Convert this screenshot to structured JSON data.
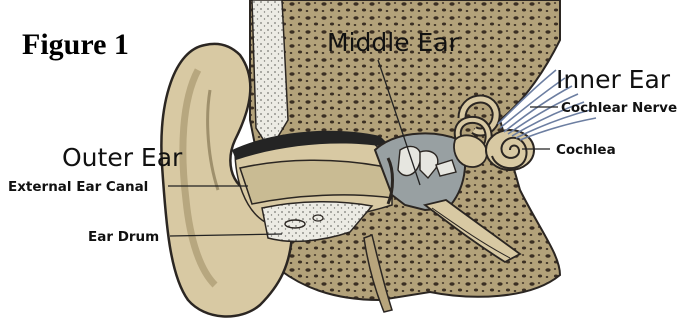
{
  "figure_title": "Figure 1",
  "labels": {
    "outer_ear": "Outer Ear",
    "middle_ear": "Middle Ear",
    "inner_ear": "Inner Ear",
    "external_ear_canal": "External Ear Canal",
    "ear_drum": "Ear Drum",
    "cochlear_nerve": "Cochlear Nerve",
    "cochlea": "Cochlea"
  },
  "colors": {
    "skin": "#d8c9a3",
    "skin_shadow": "#b8a57c",
    "bone": "#b3a27a",
    "bone_pore": "#3b2f23",
    "canal_dark": "#242424",
    "cavity_grey": "#98a0a2",
    "outline": "#2b2622",
    "nerve": "#6c7ea1"
  }
}
